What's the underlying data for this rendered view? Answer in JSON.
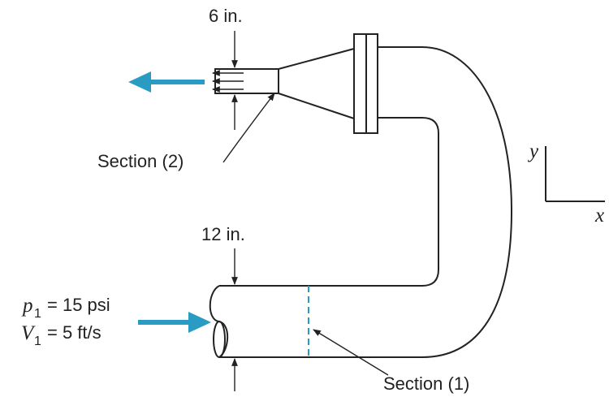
{
  "labels": {
    "outlet_diameter": "6 in.",
    "inlet_diameter": "12 in.",
    "section_2": "Section (2)",
    "section_1": "Section (1)"
  },
  "conditions": {
    "p_symbol": "p",
    "p_subscript": "1",
    "p_value": "= 15 psi",
    "v_symbol": "V",
    "v_subscript": "1",
    "v_value": "= 5 ft/s"
  },
  "axes": {
    "y": "y",
    "x": "x"
  },
  "colors": {
    "flow_arrow": "#2a9bc2",
    "section_line": "#2a9bc2",
    "outline": "#222222"
  }
}
